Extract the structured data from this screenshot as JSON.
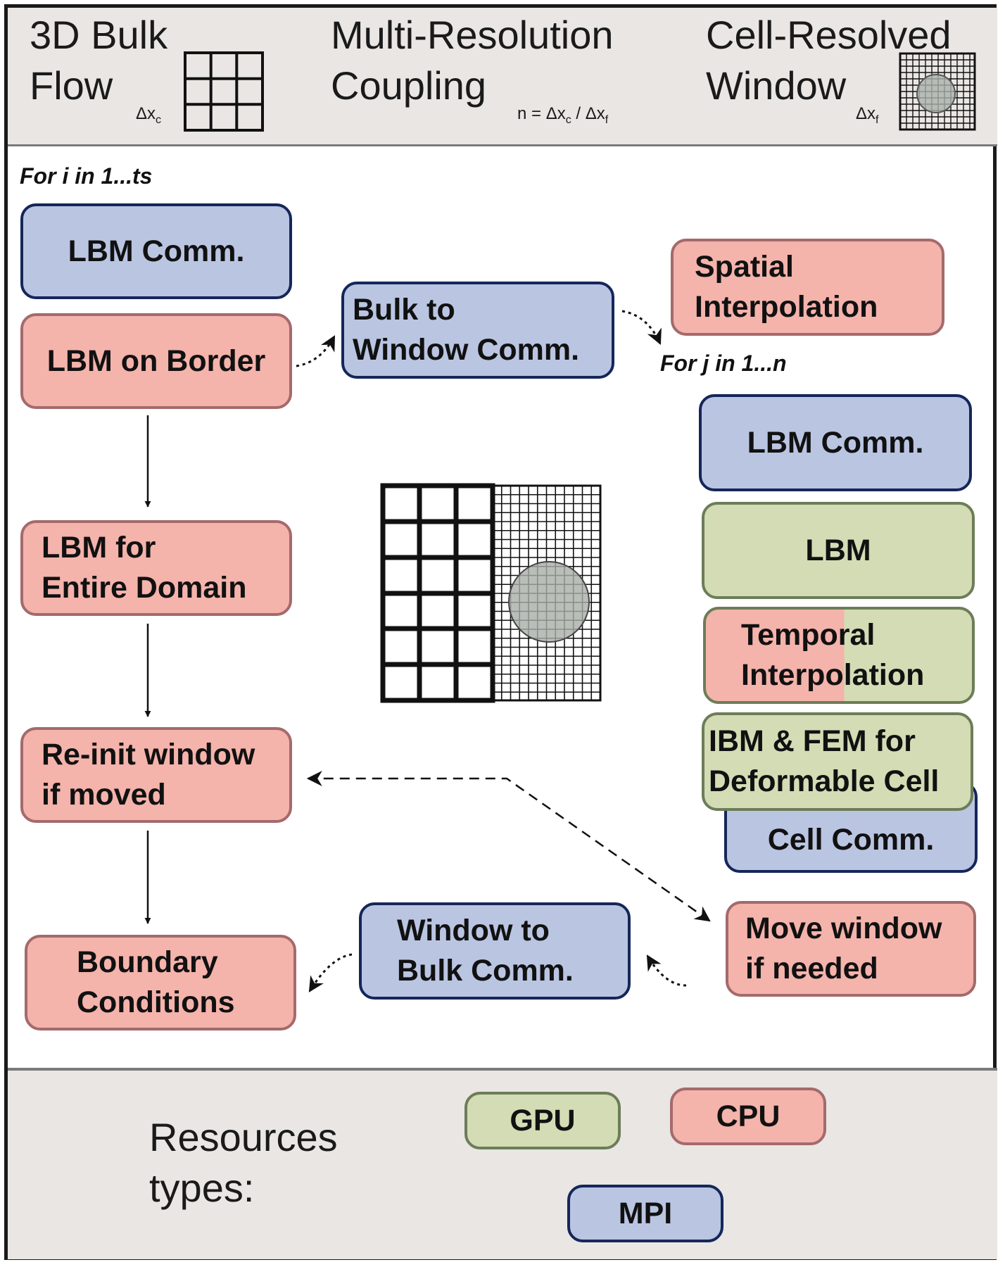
{
  "header": {
    "bulk_flow": {
      "line1": "3D Bulk",
      "line2": "Flow",
      "spacing": "Δx",
      "spacing_sub": "c"
    },
    "coupling": {
      "line1": "Multi-Resolution",
      "line2": "Coupling",
      "ratio": "n = Δx",
      "ratio_sub1": "c",
      "ratio_mid": " / Δx",
      "ratio_sub2": "f"
    },
    "window": {
      "line1": "Cell-Resolved",
      "line2": "Window",
      "spacing": "Δx",
      "spacing_sub": "f"
    }
  },
  "loops": {
    "outer": "For i in 1...ts",
    "inner": "For j in 1...n"
  },
  "boxes": {
    "lbm_comm_outer": "LBM Comm.",
    "lbm_on_border": "LBM on Border",
    "bulk_to_window": [
      "Bulk to",
      "Window Comm."
    ],
    "spatial_interpolation": [
      "Spatial",
      "Interpolation"
    ],
    "lbm_entire_domain": [
      "LBM for",
      "Entire Domain"
    ],
    "reinit_window": [
      "Re-init window",
      "if moved"
    ],
    "boundary_conditions": [
      "Boundary",
      "Conditions"
    ],
    "window_to_bulk": [
      "Window to",
      "Bulk Comm."
    ],
    "lbm_comm_inner": "LBM Comm.",
    "lbm": "LBM",
    "temporal_interpolation": [
      "Temporal",
      "Interpolation"
    ],
    "ibm_fem": [
      "IBM & FEM for",
      "Deformable Cell"
    ],
    "cell_comm": "Cell Comm.",
    "move_window": [
      "Move window",
      "if needed"
    ]
  },
  "legend": {
    "label": [
      "Resources",
      "types:"
    ],
    "gpu": "GPU",
    "cpu": "CPU",
    "mpi": "MPI"
  },
  "colors": {
    "mpi": "#bac5e2",
    "cpu": "#f4b3ab",
    "gpu": "#d3dcb5",
    "band": "#e9e6e3"
  }
}
